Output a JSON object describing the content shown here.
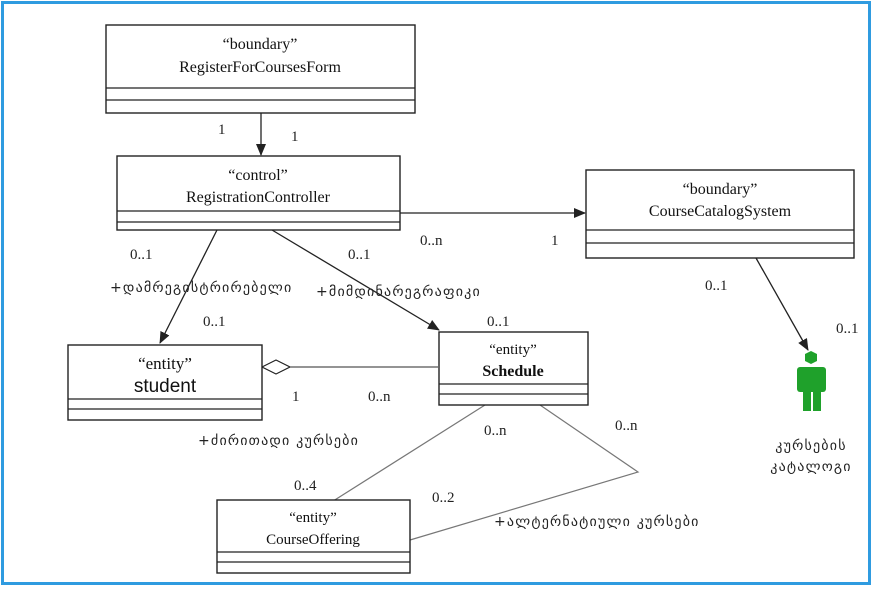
{
  "classes": {
    "register_form": {
      "stereotype": "“boundary”",
      "name": "RegisterForCoursesForm"
    },
    "controller": {
      "stereotype": "“control”",
      "name": "RegistrationController"
    },
    "catalog": {
      "stereotype": "“boundary”",
      "name": "CourseCatalogSystem"
    },
    "student": {
      "stereotype": "“entity”",
      "name": "student"
    },
    "schedule": {
      "stereotype": "“entity”",
      "name": "Schedule"
    },
    "offering": {
      "stereotype": "“entity”",
      "name": "CourseOffering"
    }
  },
  "multiplicities": {
    "form_ctrl_top": "1",
    "form_ctrl_bottom": "1",
    "ctrl_student_src": "0..1",
    "ctrl_schedule_src": "0..1",
    "ctrl_catalog_src": "0..n",
    "ctrl_catalog_dst": "1",
    "student_end": "0..1",
    "schedule_end": "0..1",
    "student_agg": "1",
    "schedule_agg": "0..n",
    "catalog_actor_src": "0..1",
    "actor_end": "0..1",
    "schedule_primary": "0..n",
    "schedule_alt": "0..n",
    "offering_primary": "0..4",
    "offering_alt": "0..2"
  },
  "roles": {
    "registrant": "+დამრეგისტრირებელი",
    "current_schedule": "+მიმდინარეგრაფიკი",
    "primary_courses": "+ძირითადი კურსები",
    "alternative_courses": "+ალტერნატიული კურსები"
  },
  "actor": {
    "label_line1": "კურსების",
    "label_line2": "კატალოგი",
    "color": "#1fa12b"
  },
  "frame_color": "#2f9be0"
}
